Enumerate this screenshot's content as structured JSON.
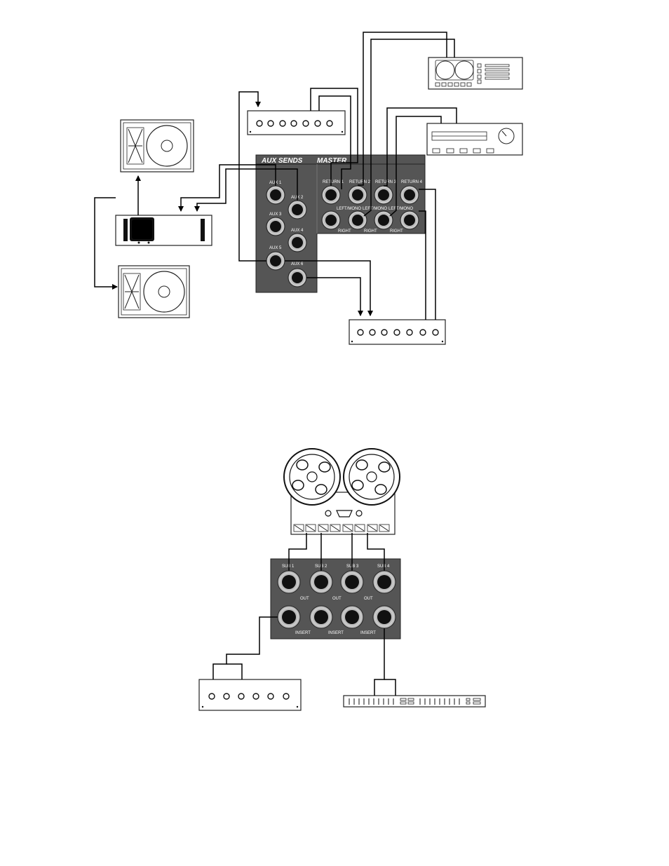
{
  "mixer_rear": {
    "header_left": "AUX SENDS",
    "header_right": "MASTER",
    "aux_jacks": [
      "AUX 1",
      "AUX 2",
      "AUX 3",
      "AUX 4",
      "AUX 5",
      "AUX 6"
    ],
    "return_jacks": [
      "RETURN 1",
      "RETURN 2",
      "RETURN 3",
      "RETURN 4"
    ],
    "lower_return_labels": [
      "LEFT/MONO",
      "LEFT/MONO",
      "LEFT/MONO"
    ],
    "right_labels": [
      "RIGHT",
      "RIGHT",
      "RIGHT"
    ]
  },
  "sub_panel": {
    "sub_labels": [
      "SUB 1",
      "SUB 2",
      "SUB 3",
      "SUB 4"
    ],
    "out_labels": [
      "OUT",
      "OUT",
      "OUT"
    ],
    "insert_labels": [
      "INSERT",
      "INSERT",
      "INSERT"
    ]
  },
  "colors": {
    "panel": "#555555",
    "line": "#000000"
  }
}
